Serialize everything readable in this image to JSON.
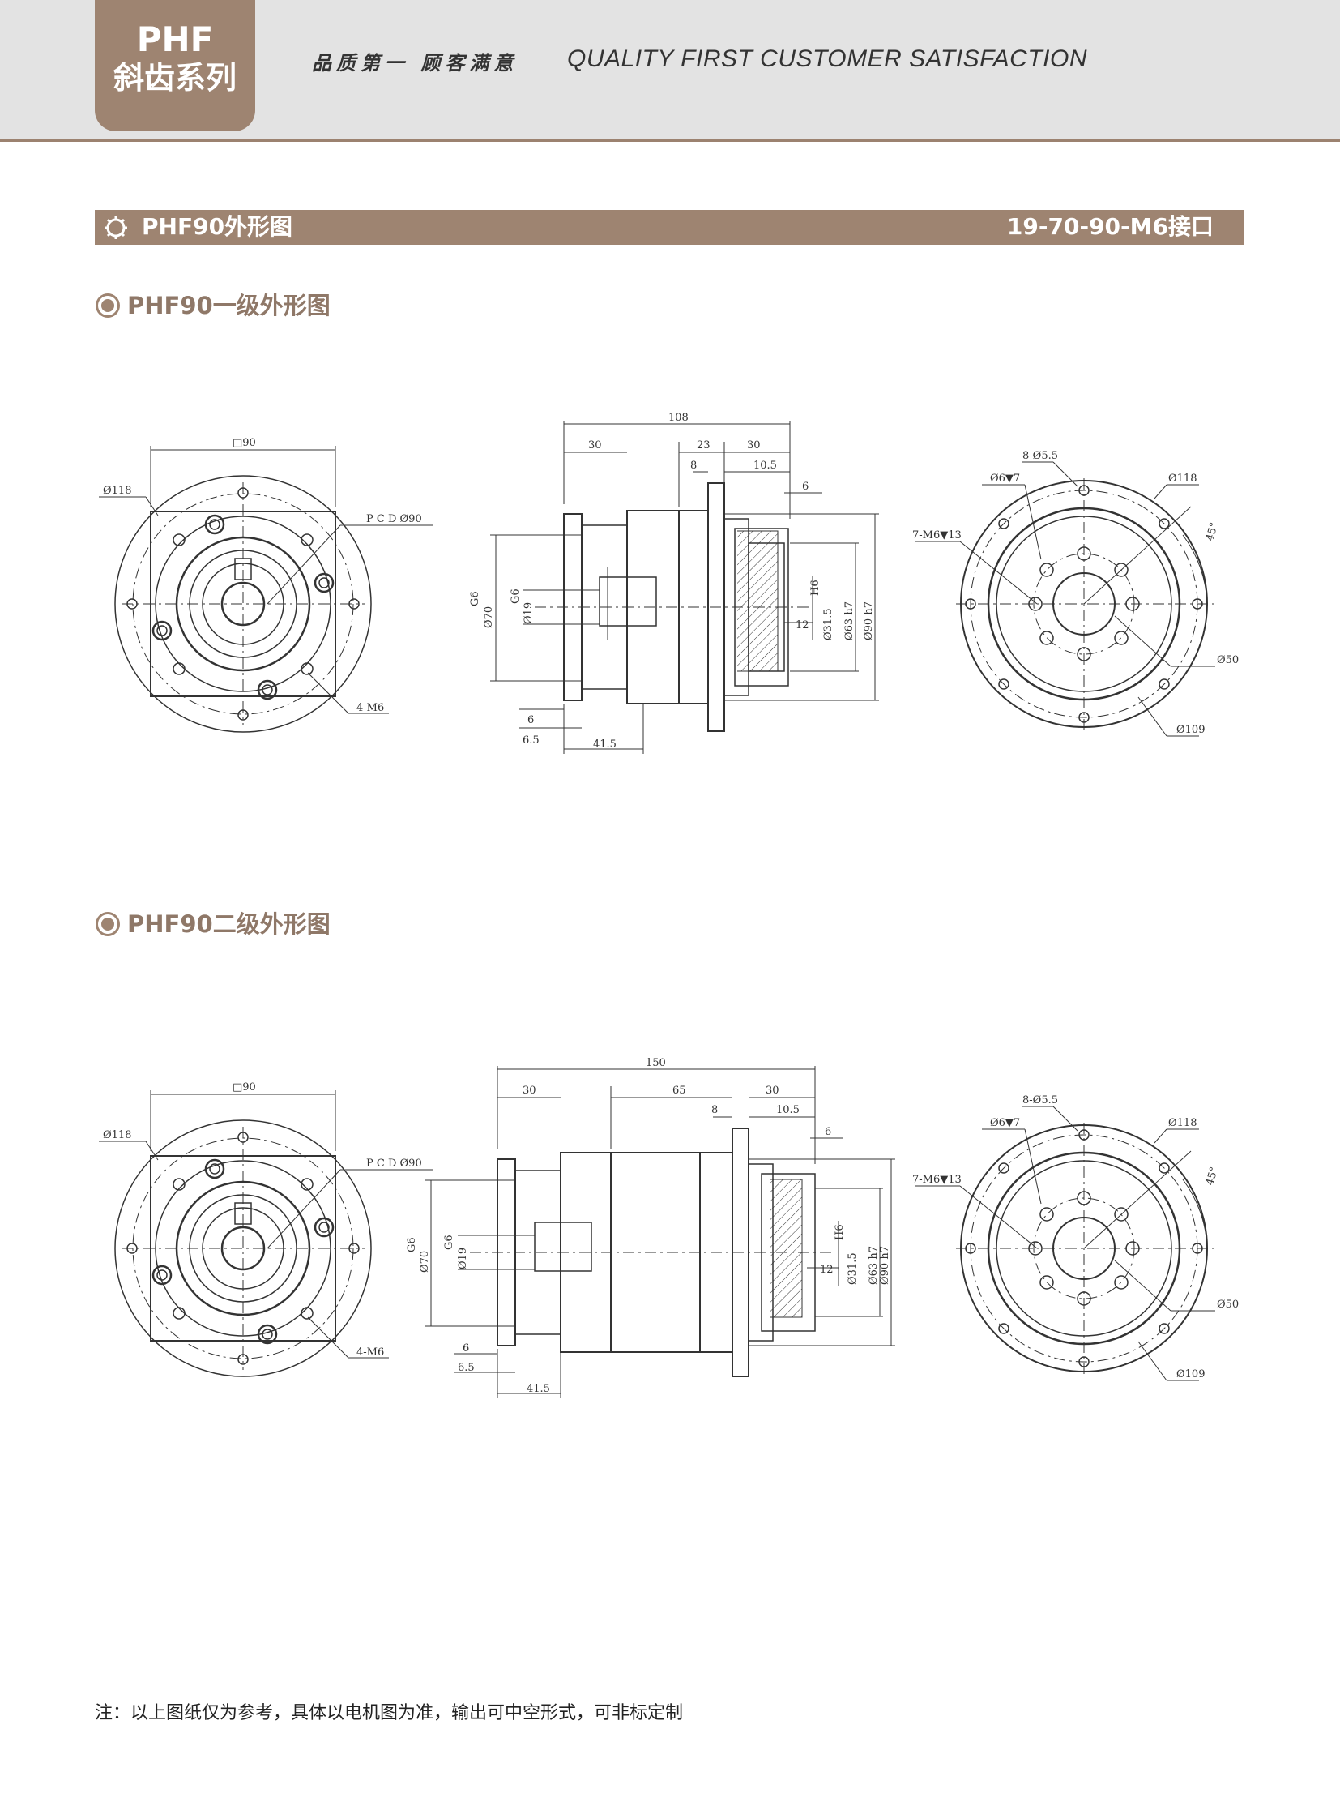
{
  "header": {
    "series_line1": "PHF",
    "series_line2": "斜齿系列",
    "slogan_cn": "品质第一 顾客满意",
    "slogan_en": "QUALITY FIRST  CUSTOMER SATISFACTION"
  },
  "section": {
    "title": "PHF90外形图",
    "code": "19-70-90-M6接口",
    "icon": "gear-icon"
  },
  "stage1": {
    "heading": "PHF90一级外形图",
    "front": {
      "square": "□90",
      "dia": "Ø118",
      "pcd": "P C D  Ø90",
      "holes": "4-M6"
    },
    "side": {
      "total": "108",
      "d30a": "30",
      "d23": "23",
      "d30b": "30",
      "d8": "8",
      "d105": "10.5",
      "d6": "6",
      "g6": "G6",
      "d70": "Ø70",
      "g6b": "G6",
      "d19": "Ø19",
      "h6": "H6",
      "d315": "Ø31.5",
      "d63": "Ø63 h7",
      "d90": "Ø90 h7",
      "d12": "12",
      "b6": "6",
      "b65": "6.5",
      "b415": "41.5"
    },
    "rear": {
      "holes8": "8-Ø5.5",
      "d6v7": "Ø6▼7",
      "d118": "Ø118",
      "m6": "7-M6▼13",
      "ang": "45°",
      "d50": "Ø50",
      "d109": "Ø109"
    }
  },
  "stage2": {
    "heading": "PHF90二级外形图",
    "front": {
      "square": "□90",
      "dia": "Ø118",
      "pcd": "P C D  Ø90",
      "holes": "4-M6"
    },
    "side": {
      "total": "150",
      "d30a": "30",
      "d65": "65",
      "d30b": "30",
      "d8": "8",
      "d105": "10.5",
      "d6": "6",
      "g6": "G6",
      "d70": "Ø70",
      "g6b": "G6",
      "d19": "Ø19",
      "h6": "H6",
      "d315": "Ø31.5",
      "d63": "Ø63 h7",
      "d90": "Ø90 h7",
      "d12": "12",
      "b6": "6",
      "b65": "6.5",
      "b415": "41.5"
    },
    "rear": {
      "holes8": "8-Ø5.5",
      "d6v7": "Ø6▼7",
      "d118": "Ø118",
      "m6": "7-M6▼13",
      "ang": "45°",
      "d50": "Ø50",
      "d109": "Ø109"
    }
  },
  "footnote": "注：以上图纸仅为参考，具体以电机图为准，输出可中空形式，可非标定制"
}
